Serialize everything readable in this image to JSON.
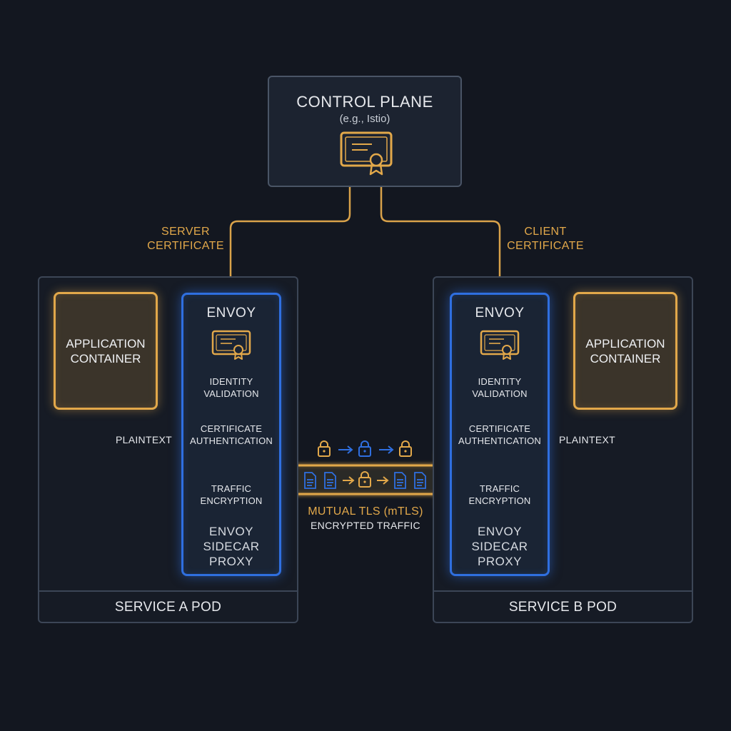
{
  "control_plane": {
    "title": "CONTROL PLANE",
    "subtitle": "(e.g., Istio)",
    "icon": "certificate-icon"
  },
  "connectors": {
    "server_certificate": [
      "SERVER",
      "CERTIFICATE"
    ],
    "client_certificate": [
      "CLIENT",
      "CERTIFICATE"
    ]
  },
  "pod_a": {
    "label": "SERVICE A POD",
    "app": [
      "APPLICATION",
      "CONTAINER"
    ],
    "plaintext": "PLAINTEXT",
    "envoy": {
      "title": "ENVOY",
      "steps": [
        [
          "IDENTITY",
          "VALIDATION"
        ],
        [
          "CERTIFICATE",
          "AUTHENTICATION"
        ],
        [
          "TRAFFIC",
          "ENCRYPTION"
        ]
      ],
      "proxy": [
        "ENVOY",
        "SIDECAR",
        "PROXY"
      ]
    }
  },
  "pod_b": {
    "label": "SERVICE B POD",
    "app": [
      "APPLICATION",
      "CONTAINER"
    ],
    "plaintext": "PLAINTEXT",
    "envoy": {
      "title": "ENVOY",
      "steps": [
        [
          "IDENTITY",
          "VALIDATION"
        ],
        [
          "CERTIFICATE",
          "AUTHENTICATION"
        ],
        [
          "TRAFFIC",
          "ENCRYPTION"
        ]
      ],
      "proxy": [
        "ENVOY",
        "SIDECAR",
        "PROXY"
      ]
    }
  },
  "mtls": {
    "title": "MUTUAL TLS (mTLS)",
    "subtitle": "ENCRYPTED TRAFFIC"
  },
  "colors": {
    "background": "#131720",
    "amber": "#e2a84a",
    "blue": "#2f6fe0",
    "panel_border": "#4a5566"
  }
}
